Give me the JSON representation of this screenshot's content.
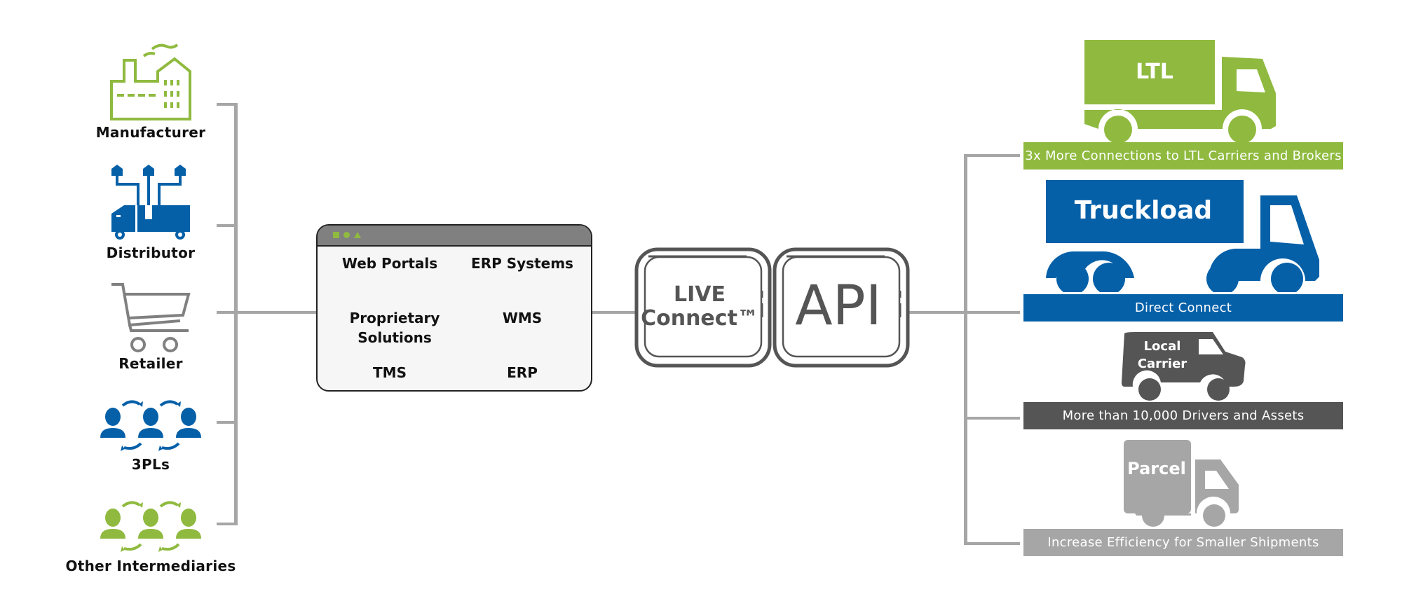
{
  "colors": {
    "green": "#8fba3f",
    "blue": "#0560a8",
    "dark_gray": "#555555",
    "light_gray": "#a6a6a6",
    "connector": "#a6a6a6",
    "text": "#111111"
  },
  "sources": [
    {
      "label": "Manufacturer",
      "icon": "factory-icon",
      "color": "green"
    },
    {
      "label": "Distributor",
      "icon": "distribution-truck-icon",
      "color": "blue"
    },
    {
      "label": "Retailer",
      "icon": "shopping-cart-icon",
      "color": "gray"
    },
    {
      "label": "3PLs",
      "icon": "people-exchange-icon",
      "color": "blue"
    },
    {
      "label": "Other Intermediaries",
      "icon": "people-exchange-icon",
      "color": "green"
    }
  ],
  "systems_window": {
    "items": [
      {
        "label": "Web Portals"
      },
      {
        "label": "ERP Systems"
      },
      {
        "label": "Proprietary\nSolutions"
      },
      {
        "label": "WMS"
      },
      {
        "label": "TMS"
      },
      {
        "label": "ERP"
      }
    ]
  },
  "keys": {
    "live_connect": {
      "line1": "LIVE",
      "line2": "Connect™"
    },
    "api": {
      "label": "API"
    }
  },
  "carriers": [
    {
      "vehicle_label": "LTL",
      "caption": "3x More Connections to LTL Carriers and Brokers",
      "color": "green"
    },
    {
      "vehicle_label": "Truckload",
      "caption": "Direct Connect",
      "color": "blue"
    },
    {
      "vehicle_label": "Local\nCarrier",
      "caption": "More than 10,000 Drivers and Assets",
      "color": "dark_gray"
    },
    {
      "vehicle_label": "Parcel",
      "caption": "Increase Efficiency for Smaller Shipments",
      "color": "light_gray"
    }
  ]
}
